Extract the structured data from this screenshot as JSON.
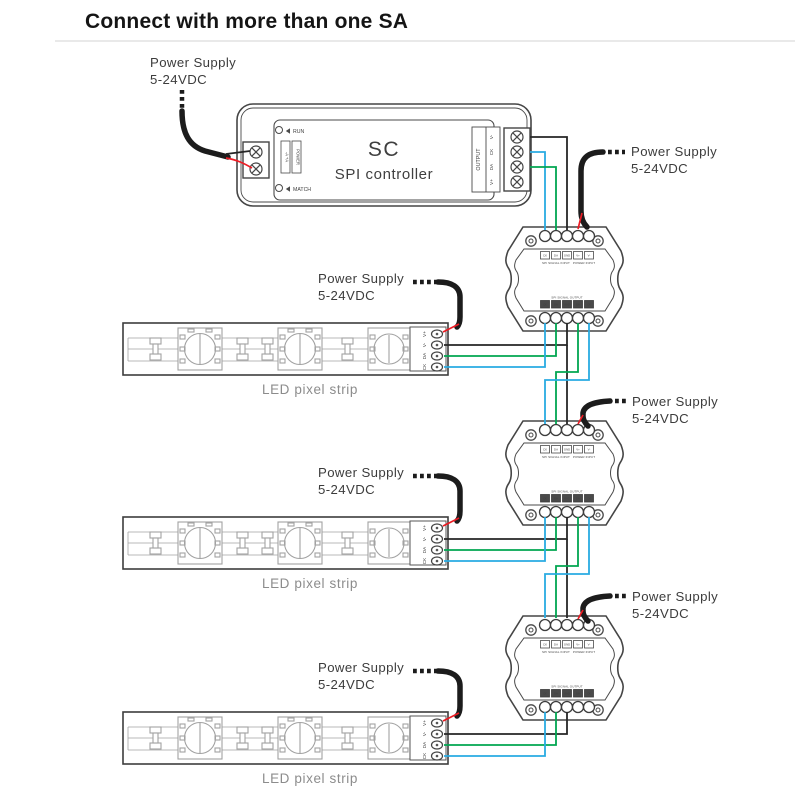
{
  "title": "Connect with more than one SA",
  "labels": {
    "power_supply_1": "Power Supply",
    "power_supply_2": "5-24VDC",
    "led_strip": "LED pixel strip"
  },
  "controller": {
    "model": "SC",
    "type": "SPI controller",
    "run_label": "RUN",
    "match_label": "MATCH",
    "terminal_block_a": "-A +A",
    "terminal_block_power": "POWER",
    "output_label": "OUTPUT",
    "output_pins": [
      "V-",
      "CK",
      "DA",
      "V+"
    ]
  },
  "sa_unit": {
    "input_pins": [
      "CK",
      "DA",
      "GND",
      "V+",
      "V-"
    ],
    "output_pins": [
      "CK",
      "DA",
      "GND",
      "DA",
      "CK"
    ],
    "signal_input_label": "SPI SIGNAL INPUT",
    "power_input_label": "POWER INPUT",
    "signal_output_label": "SPI SIGNAL OUTPUT"
  },
  "led_strip": {
    "pins": [
      "V+",
      "V-",
      "DA",
      "CK"
    ]
  },
  "wire_colors": {
    "clock": "#29abe2",
    "data": "#00a651",
    "positive": "#ed1c24",
    "negative": "#262626"
  }
}
